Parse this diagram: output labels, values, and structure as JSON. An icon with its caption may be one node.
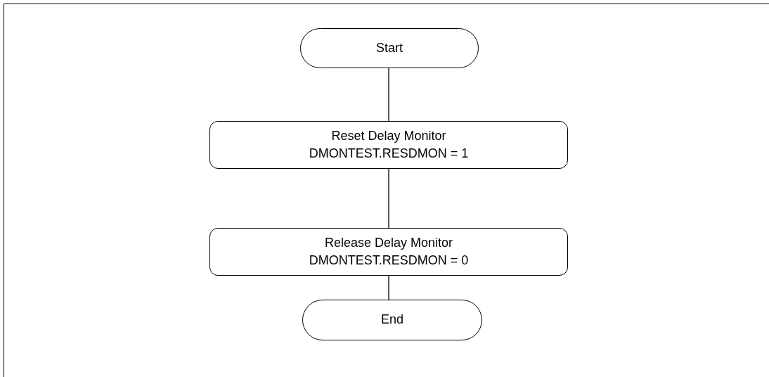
{
  "diagram": {
    "nodes": [
      {
        "text": [
          "Start"
        ]
      },
      {
        "text": [
          "Reset Delay Monitor",
          "DMONTEST.RESDMON = 1"
        ]
      },
      {
        "text": [
          "Release Delay Monitor",
          "DMONTEST.RESDMON = 0"
        ]
      },
      {
        "text": [
          "End"
        ]
      }
    ],
    "edges": [
      {
        "from": 0,
        "to": 1,
        "arrow": "none"
      },
      {
        "from": 1,
        "to": 2,
        "arrow": "none"
      },
      {
        "from": 2,
        "to": 3,
        "arrow": "none"
      }
    ]
  }
}
